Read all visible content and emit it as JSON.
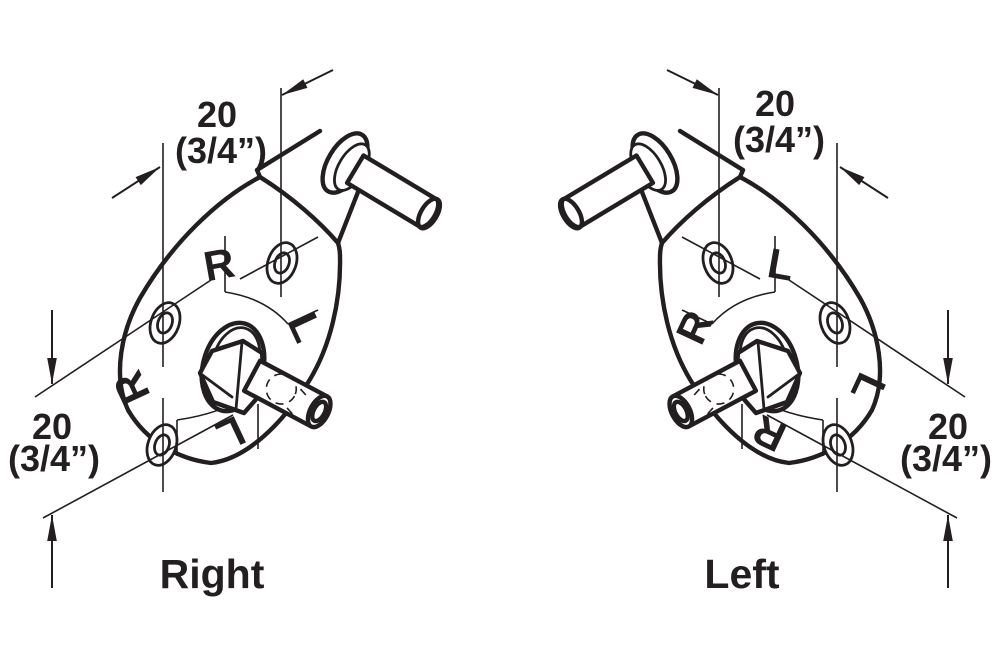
{
  "canvas": {
    "background": "#ffffff",
    "ink": "#231f20"
  },
  "figures": [
    {
      "title": "Right",
      "markings": [
        "R",
        "L",
        "R",
        "L"
      ],
      "dim_top": {
        "value": "20",
        "unit": "(3/4”)"
      },
      "dim_side": {
        "value": "20",
        "unit": "(3/4”)"
      }
    },
    {
      "title": "Left",
      "markings": [
        "L",
        "R",
        "L",
        "R"
      ],
      "dim_top": {
        "value": "20",
        "unit": "(3/4”)"
      },
      "dim_side": {
        "value": "20",
        "unit": "(3/4”)"
      }
    }
  ]
}
